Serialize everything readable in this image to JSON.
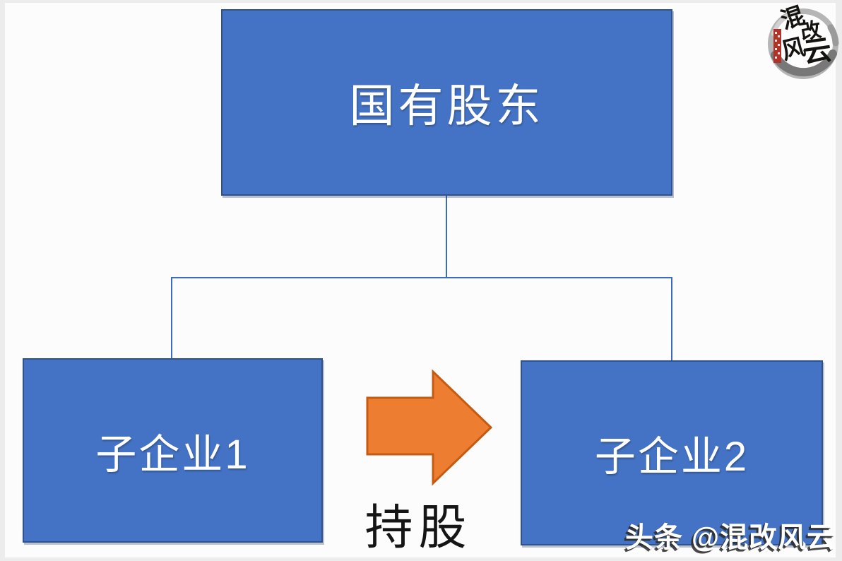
{
  "diagram": {
    "nodes": {
      "parent": {
        "label": "国有股东"
      },
      "child1": {
        "label": "子企业1"
      },
      "child2": {
        "label": "子企业2"
      }
    },
    "arrow": {
      "label": "持股",
      "direction": "right",
      "fill": "#ED7D31",
      "border": "#C55A11"
    },
    "colors": {
      "node_fill": "#4472C4",
      "node_border": "#2F528F",
      "node_text": "#FFFFFF",
      "connector": "#3D6BBF",
      "arrow_label_text": "#151515"
    }
  },
  "logo": {
    "characters": [
      "混",
      "改",
      "风",
      "云"
    ]
  },
  "watermark": {
    "prefix": "头条",
    "handle": "@混改风云"
  }
}
